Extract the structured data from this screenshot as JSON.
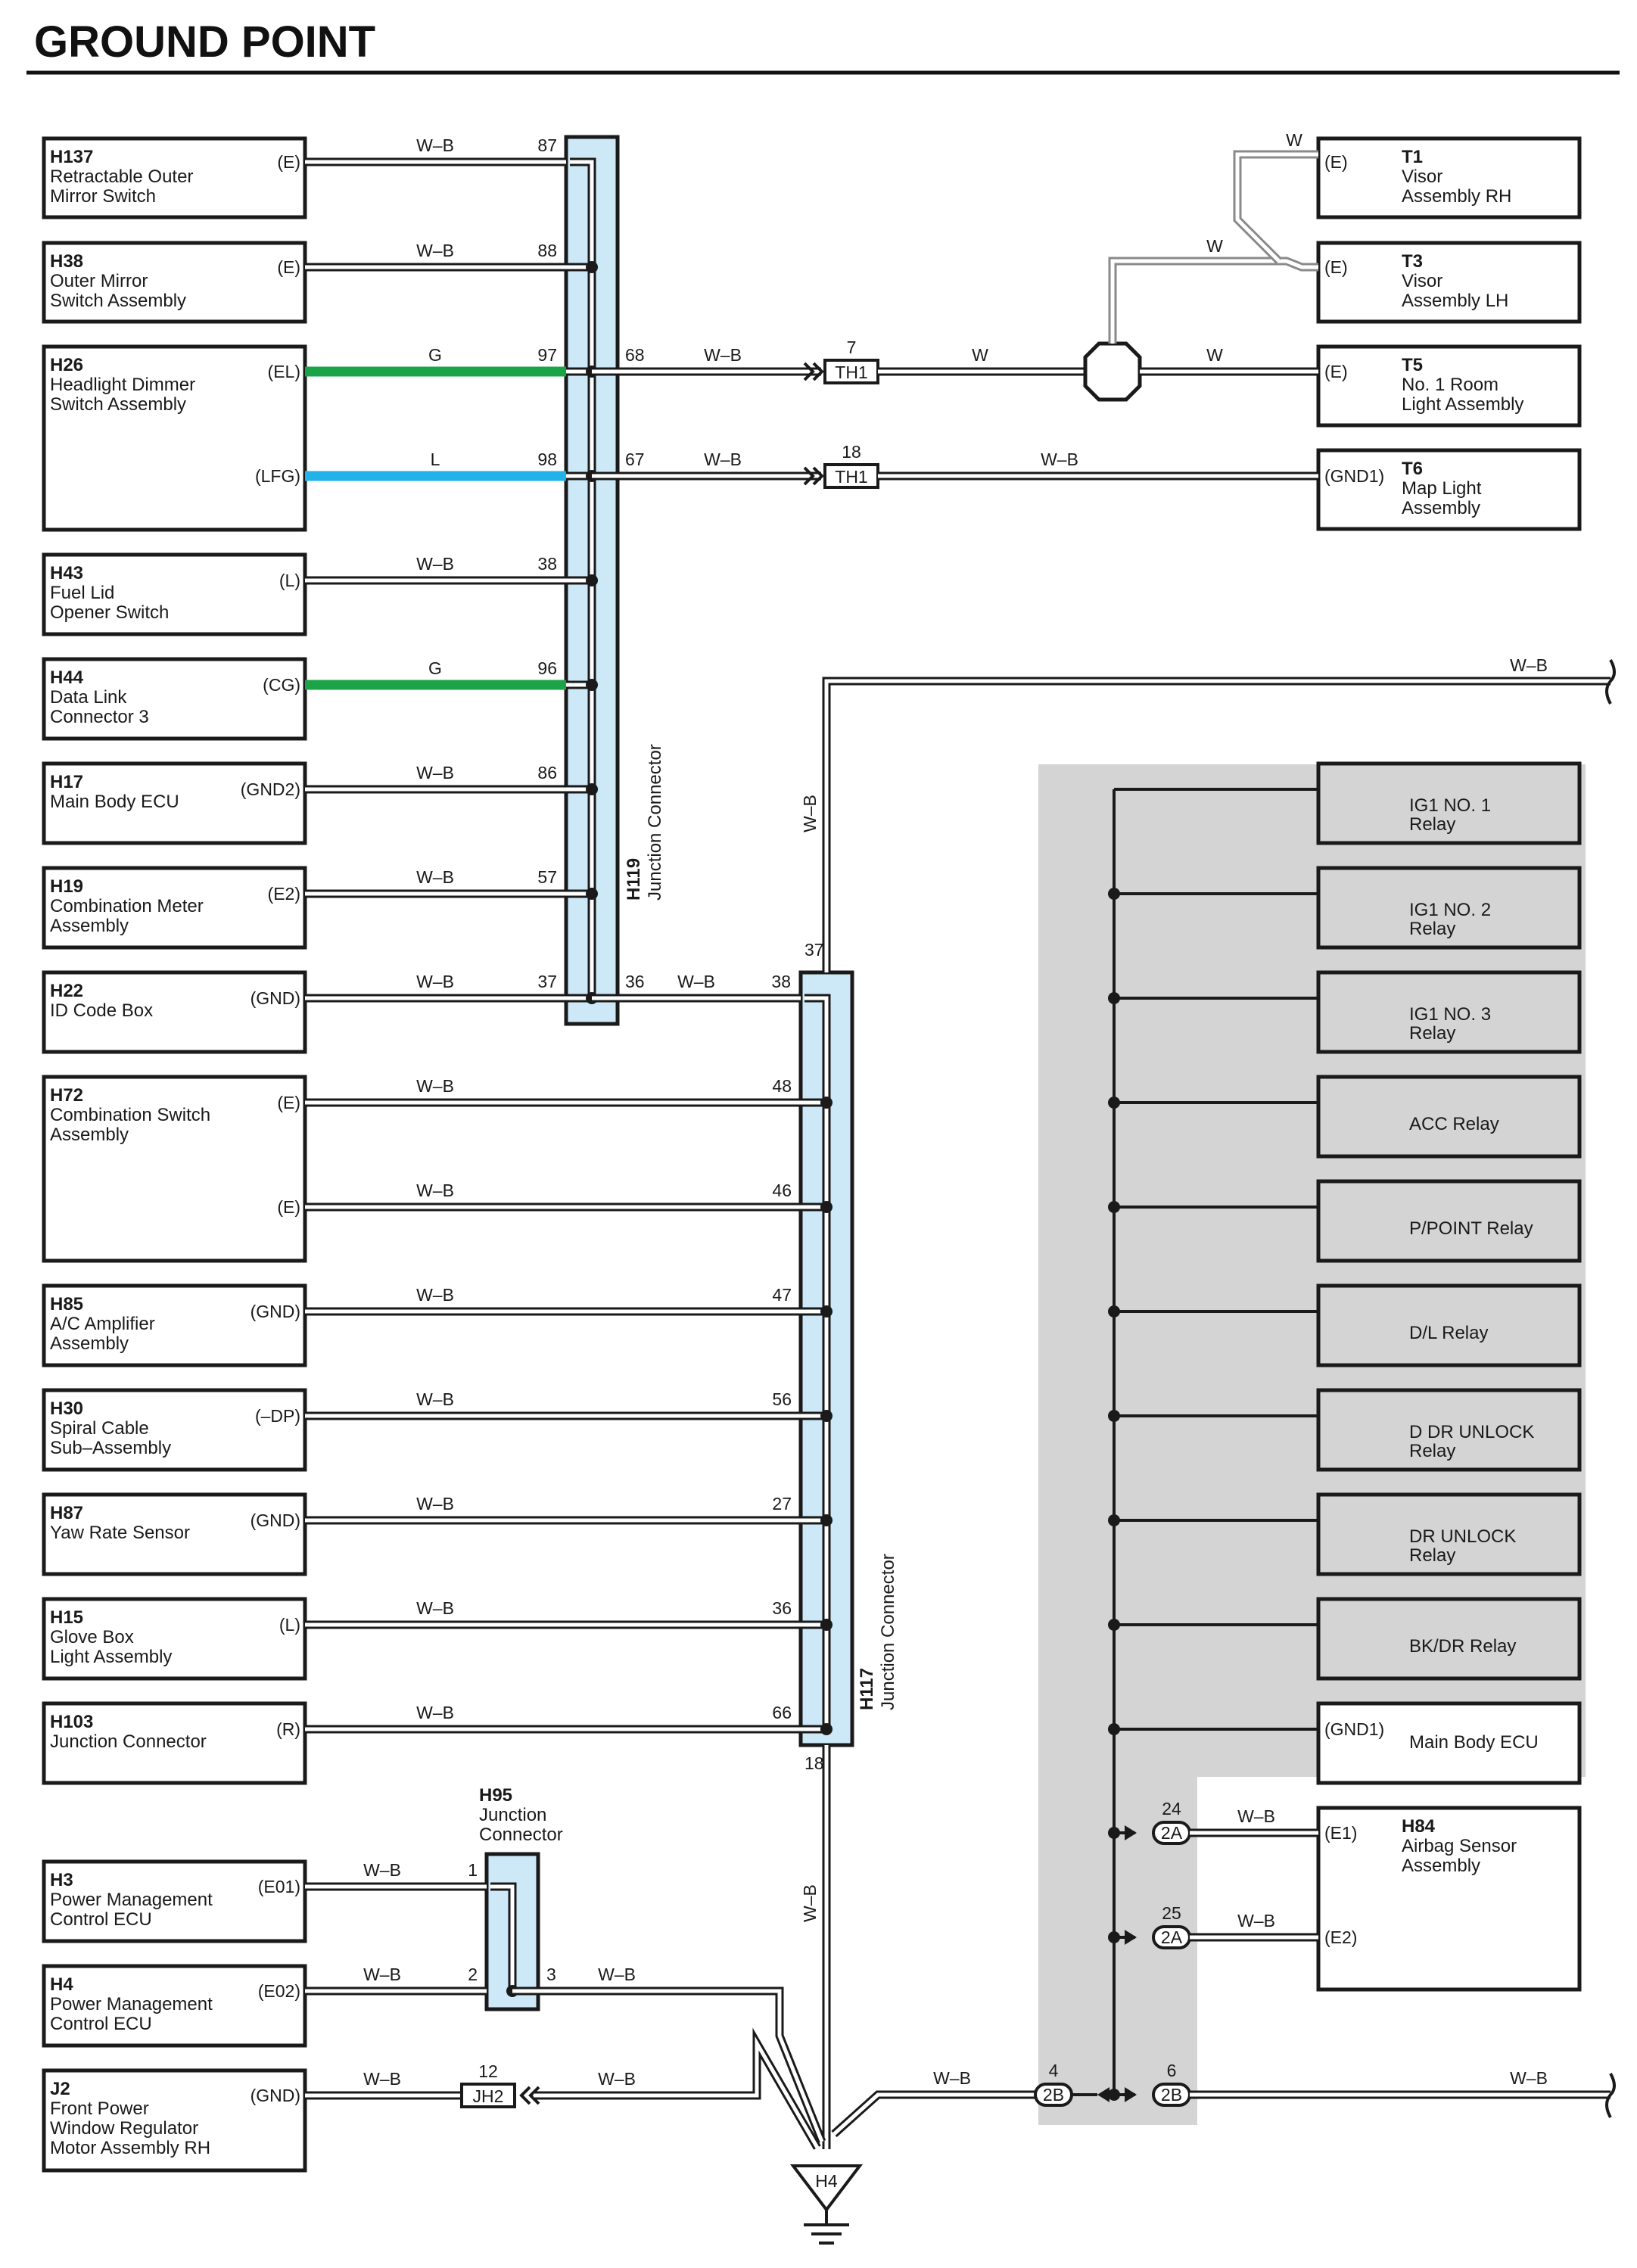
{
  "title": "GROUND POINT",
  "colors": {
    "green": "#1aa347",
    "blue": "#22b2ea",
    "junction_fill": "#cde9f8",
    "shade": "#d4d4d4"
  },
  "left_components": [
    {
      "id": "H137",
      "lines": [
        "Retractable Outer",
        "Mirror Switch"
      ]
    },
    {
      "id": "H38",
      "lines": [
        "Outer Mirror",
        "Switch Assembly"
      ]
    },
    {
      "id": "H26",
      "lines": [
        "Headlight Dimmer",
        "Switch Assembly"
      ]
    },
    {
      "id": "H43",
      "lines": [
        "Fuel Lid",
        "Opener Switch"
      ]
    },
    {
      "id": "H44",
      "lines": [
        "Data Link",
        "Connector 3"
      ]
    },
    {
      "id": "H17",
      "lines": [
        "Main Body ECU"
      ]
    },
    {
      "id": "H19",
      "lines": [
        "Combination Meter",
        "Assembly"
      ]
    },
    {
      "id": "H22",
      "lines": [
        "ID Code Box"
      ]
    },
    {
      "id": "H72",
      "lines": [
        "Combination Switch",
        "Assembly"
      ]
    },
    {
      "id": "H85",
      "lines": [
        "A/C Amplifier",
        "Assembly"
      ]
    },
    {
      "id": "H30",
      "lines": [
        "Spiral Cable",
        "Sub–Assembly"
      ]
    },
    {
      "id": "H87",
      "lines": [
        "Yaw Rate Sensor"
      ]
    },
    {
      "id": "H15",
      "lines": [
        "Glove Box",
        "Light Assembly"
      ]
    },
    {
      "id": "H103",
      "lines": [
        "Junction Connector"
      ]
    },
    {
      "id": "H3",
      "lines": [
        "Power Management",
        "Control ECU"
      ]
    },
    {
      "id": "H4",
      "lines": [
        "Power Management",
        "Control ECU"
      ]
    },
    {
      "id": "J2",
      "lines": [
        "Front Power",
        "Window Regulator",
        "Motor Assembly RH"
      ]
    }
  ],
  "left_wires": [
    {
      "terminal": "(E)",
      "wire": "W–B",
      "pin": "87"
    },
    {
      "terminal": "(E)",
      "wire": "W–B",
      "pin": "88"
    },
    {
      "terminal": "(EL)",
      "wire": "G",
      "pin": "97"
    },
    {
      "terminal": "(LFG)",
      "wire": "L",
      "pin": "98"
    },
    {
      "terminal": "(L)",
      "wire": "W–B",
      "pin": "38"
    },
    {
      "terminal": "(CG)",
      "wire": "G",
      "pin": "96"
    },
    {
      "terminal": "(GND2)",
      "wire": "W–B",
      "pin": "86"
    },
    {
      "terminal": "(E2)",
      "wire": "W–B",
      "pin": "57"
    },
    {
      "terminal": "(GND)",
      "wire": "W–B",
      "pin": "37"
    },
    {
      "terminal": "(E)",
      "wire": "W–B",
      "pin": "48"
    },
    {
      "terminal": "(E)",
      "wire": "W–B",
      "pin": "46"
    },
    {
      "terminal": "(GND)",
      "wire": "W–B",
      "pin": "47"
    },
    {
      "terminal": "(–DP)",
      "wire": "W–B",
      "pin": "56"
    },
    {
      "terminal": "(GND)",
      "wire": "W–B",
      "pin": "27"
    },
    {
      "terminal": "(L)",
      "wire": "W–B",
      "pin": "36"
    },
    {
      "terminal": "(R)",
      "wire": "W–B",
      "pin": "66"
    },
    {
      "terminal": "(E01)",
      "wire": "W–B",
      "pin": "1"
    },
    {
      "terminal": "(E02)",
      "wire": "W–B",
      "pin": "2"
    },
    {
      "terminal": "(GND)",
      "wire": "W–B",
      "pin": "12"
    }
  ],
  "h119": {
    "id": "H119",
    "name": "Junction Connector",
    "out_pins": [
      "68",
      "67",
      "36"
    ],
    "out_wire": "W–B"
  },
  "h117": {
    "id": "H117",
    "name": "Junction Connector",
    "top_pin": "37",
    "in_pin": "38",
    "bottom_pin": "18",
    "wire": "W–B"
  },
  "h95": {
    "id": "H95",
    "name_lines": [
      "Junction",
      "Connector"
    ],
    "out_pin": "3",
    "wire": "W–B"
  },
  "th1": {
    "label": "TH1",
    "pin_top": "7",
    "pin_bottom": "18"
  },
  "jh2": {
    "label": "JH2"
  },
  "right_top": [
    {
      "id": "T1",
      "terminal": "(E)",
      "lines": [
        "Visor",
        "Assembly RH"
      ],
      "wire": "W"
    },
    {
      "id": "T3",
      "terminal": "(E)",
      "lines": [
        "Visor",
        "Assembly LH"
      ],
      "wire": "W"
    },
    {
      "id": "T5",
      "terminal": "(E)",
      "lines": [
        "No.  1 Room",
        "Light Assembly"
      ],
      "wire": "W"
    },
    {
      "id": "T6",
      "terminal": "(GND1)",
      "lines": [
        "Map Light",
        "Assembly"
      ],
      "wire": "W–B"
    }
  ],
  "th1_wire": "W",
  "upper_wire": "W–B",
  "relays": [
    {
      "lines": [
        "IG1 NO. 1",
        "Relay"
      ]
    },
    {
      "lines": [
        "IG1 NO. 2",
        "Relay"
      ]
    },
    {
      "lines": [
        "IG1 NO. 3",
        "Relay"
      ]
    },
    {
      "lines": [
        "ACC Relay"
      ]
    },
    {
      "lines": [
        "P/POINT Relay"
      ]
    },
    {
      "lines": [
        "D/L Relay"
      ]
    },
    {
      "lines": [
        "D DR UNLOCK",
        "Relay"
      ]
    },
    {
      "lines": [
        "DR UNLOCK",
        "Relay"
      ]
    },
    {
      "lines": [
        "BK/DR Relay"
      ]
    }
  ],
  "main_body_ecu": {
    "terminal": "(GND1)",
    "name": "Main Body ECU"
  },
  "h84": {
    "id": "H84",
    "lines": [
      "Airbag Sensor",
      "Assembly"
    ],
    "t1": "(E1)",
    "t2": "(E2)",
    "pin1": "24",
    "pin2": "25",
    "conn": "2A",
    "wire": "W–B"
  },
  "bottom_conn": {
    "label": "2B",
    "pin_left": "4",
    "pin_right": "6",
    "wire_left": "W–B",
    "wire_right": "W–B"
  },
  "ground": {
    "label": "H4"
  }
}
